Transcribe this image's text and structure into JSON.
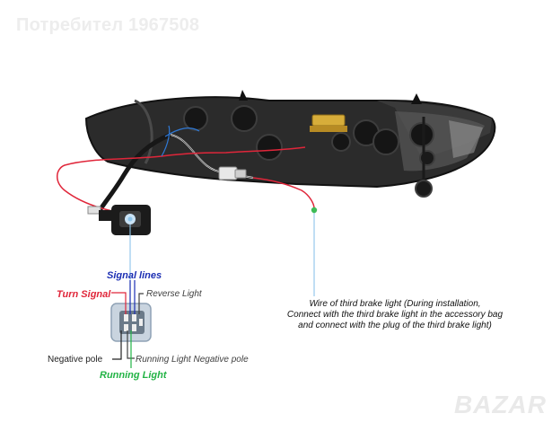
{
  "watermarks": {
    "top": "Потребител 1967508",
    "brand": "BAZAR"
  },
  "labels": {
    "signal_lines": "Signal lines",
    "turn_signal": "Turn Signal",
    "reverse_light": "Reverse Light",
    "negative_pole": "Negative pole",
    "running_light_negative_pole": "Running Light Negative pole",
    "running_light": "Running Light"
  },
  "third_brake_note": {
    "line1": "Wire of third brake light (During installation,",
    "line2": "Connect with the third brake light in the accessory bag",
    "line3": "and connect with the plug of the third brake light)"
  },
  "colors": {
    "signal_lines": "#1c2fb3",
    "turn_signal": "#e0263a",
    "running_light": "#22b345",
    "wire_red": "#e0263a",
    "housing": "#2a2a2a",
    "leader_line": "#8cc4ea"
  },
  "icons": {
    "connector_zoom": "connector-pin-icon",
    "headlight": "headlight-housing-icon"
  }
}
